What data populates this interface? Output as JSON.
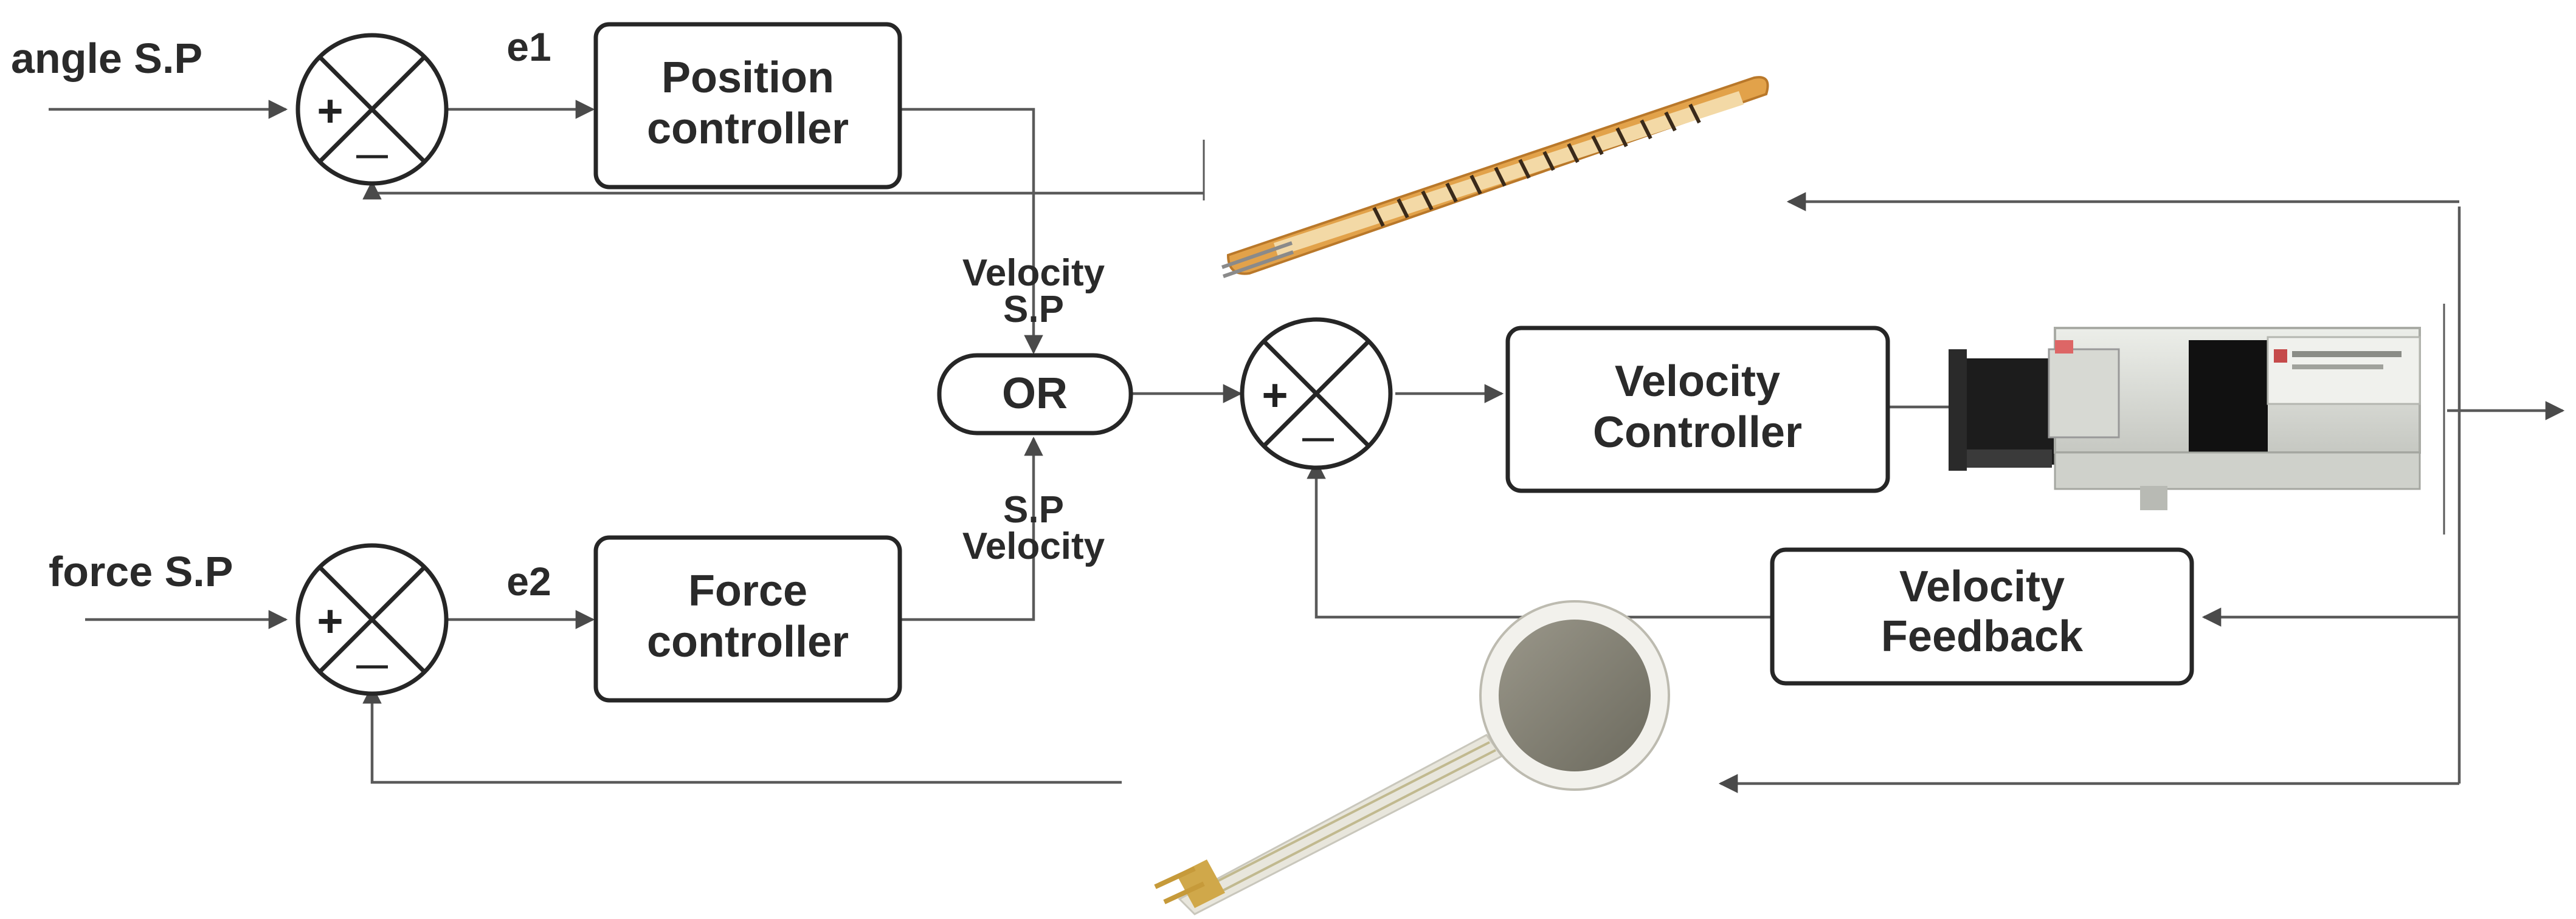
{
  "labels": {
    "angle_sp": "angle S.P",
    "force_sp": "force S.P",
    "e1": "e1",
    "e2": "e2",
    "velocity_sp_top_1": "Velocity",
    "velocity_sp_top_2": "S.P",
    "sp_velocity_bottom_1": "S.P",
    "sp_velocity_bottom_2": "Velocity"
  },
  "blocks": {
    "position_controller": [
      "Position",
      "controller"
    ],
    "force_controller": [
      "Force",
      "controller"
    ],
    "or_gate": "OR",
    "velocity_controller": [
      "Velocity",
      "Controller"
    ],
    "velocity_feedback": [
      "Velocity",
      "Feedback"
    ]
  },
  "signs": {
    "plus": "+",
    "minus": "—"
  },
  "colors": {
    "line": "#5a5a5a",
    "box_stroke": "#262626",
    "flex_sensor": "#e2a24a",
    "force_sensor_disc": "#7d7b6e",
    "valve_body": "#d9dbd6",
    "valve_dark": "#1c1c1c"
  }
}
